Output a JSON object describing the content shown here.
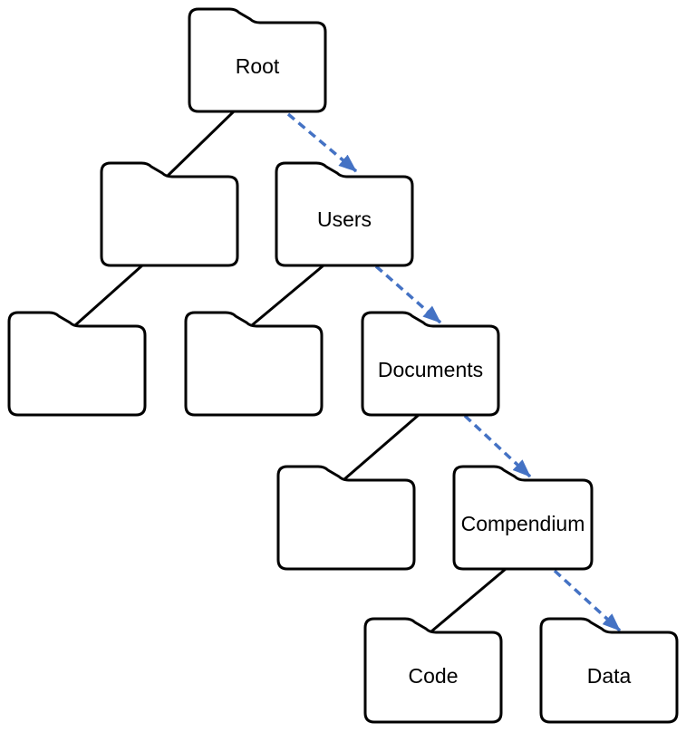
{
  "diagram": {
    "description": "Folder hierarchy tree with a highlighted traversal path",
    "nodes": [
      {
        "id": "root",
        "label": "Root"
      },
      {
        "id": "unlabeled-l2",
        "label": ""
      },
      {
        "id": "users",
        "label": "Users"
      },
      {
        "id": "unlabeled-l3-a",
        "label": ""
      },
      {
        "id": "unlabeled-l3-b",
        "label": ""
      },
      {
        "id": "documents",
        "label": "Documents"
      },
      {
        "id": "unlabeled-l4",
        "label": ""
      },
      {
        "id": "compendium",
        "label": "Compendium"
      },
      {
        "id": "code",
        "label": "Code"
      },
      {
        "id": "data",
        "label": "Data"
      }
    ],
    "tree_edges": [
      {
        "from": "root",
        "to": "unlabeled-l2"
      },
      {
        "from": "unlabeled-l2",
        "to": "unlabeled-l3-a"
      },
      {
        "from": "users",
        "to": "unlabeled-l3-b"
      },
      {
        "from": "documents",
        "to": "unlabeled-l4"
      },
      {
        "from": "compendium",
        "to": "code"
      }
    ],
    "path_arrows": [
      {
        "from": "root",
        "to": "users"
      },
      {
        "from": "users",
        "to": "documents"
      },
      {
        "from": "documents",
        "to": "compendium"
      },
      {
        "from": "compendium",
        "to": "data"
      }
    ],
    "highlighted_path": [
      "Root",
      "Users",
      "Documents",
      "Compendium",
      "Data"
    ],
    "colors": {
      "background": "#ffffff",
      "node_fill": "#ffffff",
      "node_border": "#000000",
      "tree_line": "#000000",
      "path_arrow": "#4472C4"
    }
  }
}
